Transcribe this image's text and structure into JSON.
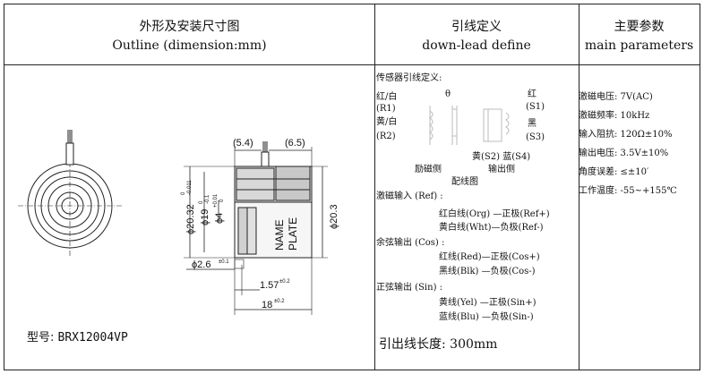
{
  "header": {
    "outline_cn": "外形及安装尺寸图",
    "outline_en": "Outline (dimension:mm)",
    "leads_cn": "引线定义",
    "leads_en": "down-lead define",
    "params_cn": "主要参数",
    "params_en": "main parameters"
  },
  "drawing": {
    "dim_54": "(5.4)",
    "dim_65": "(6.5)",
    "dia_2032": "ϕ20.32",
    "dia_2032_tol": "0",
    "dia_2032_tol2": "-0.011",
    "dia_19": "ϕ19",
    "dia_19_tol": "0",
    "dia_19_tol2": "-0.1",
    "dia_4": "ϕ4",
    "dia_4_tol": "+0.01",
    "dia_4_tol2": "0",
    "dia_203": "ϕ20.3",
    "dia_26": "ϕ2.6",
    "dia_26_tol": "±0.1",
    "len_157": "1.57",
    "len_157_tol": "±0.2",
    "len_18": "18",
    "len_18_tol": "±0.2",
    "plate_1": "NAME",
    "plate_2": "PLATE"
  },
  "model": {
    "label": "型号:",
    "value": "BRX12004VP"
  },
  "leads": {
    "title": "传感器引线定义:",
    "diagram": {
      "r1": "红/白",
      "r1_code": "(R1)",
      "r2": "黄/白",
      "r2_code": "(R2)",
      "theta": "θ",
      "s1": "红",
      "s1_code": "(S1)",
      "s3": "黑",
      "s3_code": "(S3)",
      "s2s4": "黄(S2) 蓝(S4)",
      "excite_side": "励磁侧",
      "output_side": "输出侧",
      "wiring": "配线图"
    },
    "groups": [
      {
        "title": "激磁输入 (Ref) :",
        "lines": [
          "红白线(Org) —正极(Ref+)",
          "黄白线(Wht)—负极(Ref-)"
        ]
      },
      {
        "title": "余弦输出 (Cos) :",
        "lines": [
          "红线(Red)—正极(Cos+)",
          "黑线(Blk) —负极(Cos-)"
        ]
      },
      {
        "title": "正弦输出 (Sin) :",
        "lines": [
          "黄线(Yel) —正极(Sin+)",
          "蓝线(Blu) —负极(Sin-)"
        ]
      }
    ],
    "length": "引出线长度: 300mm"
  },
  "params": [
    "激磁电压: 7V(AC)",
    "激磁频率: 10kHz",
    "输入阻抗: 120Ω±10%",
    "输出电压: 3.5V±10%",
    "角度误差: ≤±10′",
    "工作温度: -55~+155℃"
  ]
}
